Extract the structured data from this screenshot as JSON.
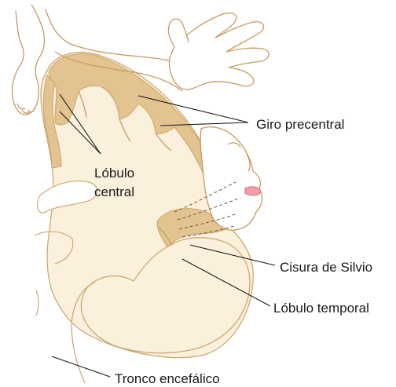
{
  "labels": {
    "giro_precentral": "Giro precentral",
    "lobulo_central_line1": "Lóbulo",
    "lobulo_central_line2": "central",
    "cisura_silvio": "Cisura de Silvio",
    "lobulo_temporal": "Lóbulo temporal",
    "tronco_encefalico": "Tronco encefálico"
  },
  "colors": {
    "cortex": "#e3c38f",
    "white_matter": "#fbf0dc",
    "outline": "#c9a46a",
    "skin": "#ffffff",
    "skin_line": "#c69a62",
    "tongue": "#f2a0a8",
    "leader": "#1a1a1a"
  }
}
